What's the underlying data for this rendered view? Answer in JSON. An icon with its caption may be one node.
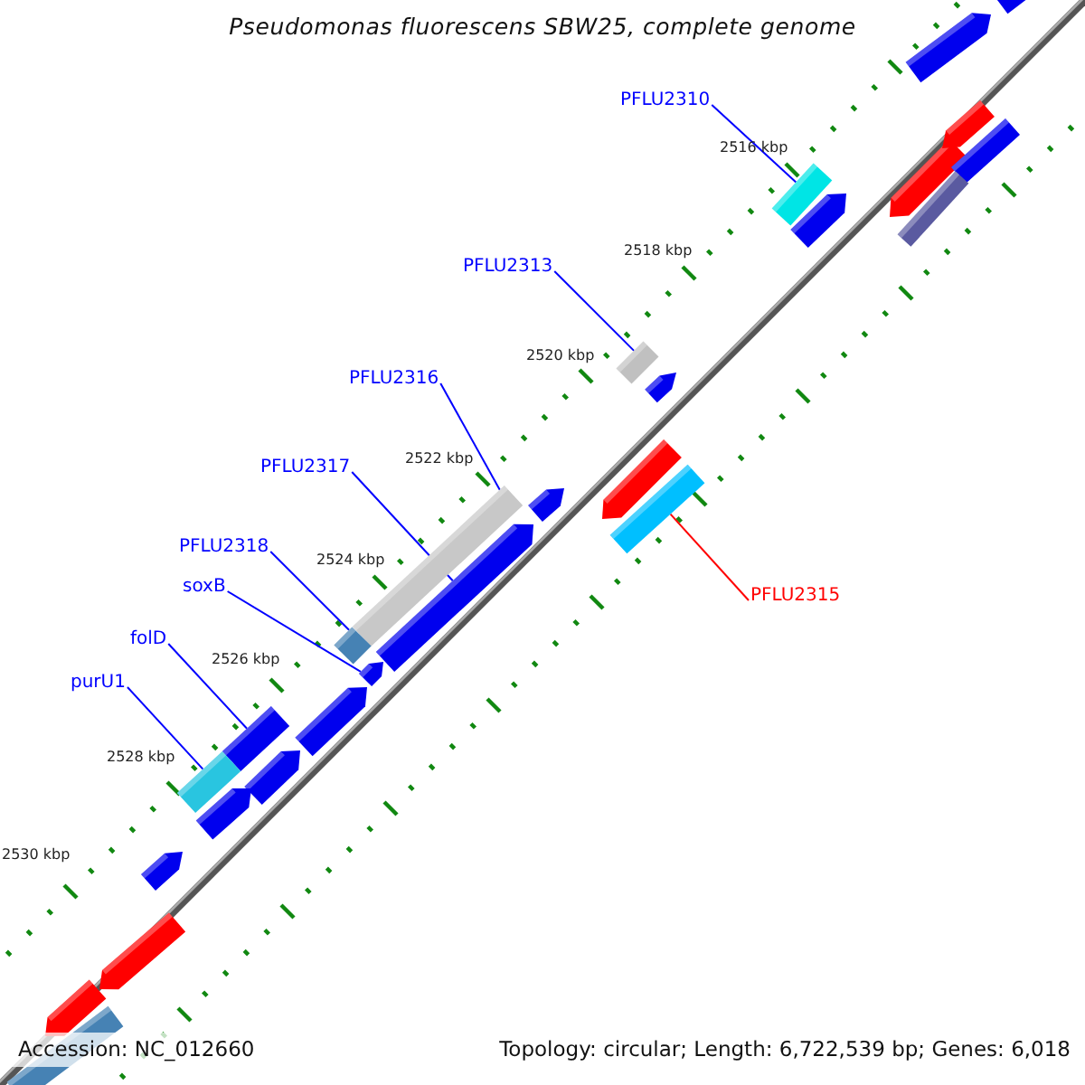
{
  "diagram": {
    "title": "Pseudomonas fluorescens SBW25, complete genome",
    "nodes": [
      {
        "text": [
          "PFLU2310"
        ]
      },
      {
        "text": [
          "PFLU2313"
        ]
      },
      {
        "text": [
          "PFLU2316"
        ]
      },
      {
        "text": [
          "PFLU2317"
        ]
      },
      {
        "text": [
          "PFLU2318"
        ]
      },
      {
        "text": [
          "soxB"
        ]
      },
      {
        "text": [
          "folD"
        ]
      },
      {
        "text": [
          "purU1"
        ]
      },
      {
        "text": [
          "PFLU2315"
        ]
      },
      {
        "text": [],
        "shape": "bar"
      },
      {
        "text": [],
        "shape": "bar"
      },
      {
        "text": [],
        "shape": "bar"
      },
      {
        "text": [],
        "shape": "bar"
      },
      {
        "text": [],
        "shape": "bar"
      },
      {
        "text": [],
        "shape": "bar"
      },
      {
        "text": [],
        "shape": "bar"
      },
      {
        "text": [],
        "shape": "bar"
      },
      {
        "text": [],
        "shape": "bar"
      },
      {
        "text": [],
        "shape": "bar"
      },
      {
        "text": [],
        "shape": "bar"
      },
      {
        "text": [],
        "shape": "bar"
      },
      {
        "text": [],
        "shape": "bar"
      },
      {
        "text": [],
        "shape": "bar"
      },
      {
        "text": [],
        "shape": "bar"
      },
      {
        "text": [],
        "shape": "bar"
      },
      {
        "text": [],
        "shape": "bar"
      },
      {
        "text": [],
        "shape": "bar"
      },
      {
        "text": [],
        "shape": "bar"
      },
      {
        "text": [],
        "shape": "bar"
      },
      {
        "text": [],
        "shape": "bar"
      },
      {
        "text": [],
        "shape": "bar"
      },
      {
        "text": [],
        "shape": "bar"
      },
      {
        "text": [],
        "shape": "bar"
      },
      {
        "text": [],
        "shape": "bar"
      },
      {
        "text": [],
        "shape": "bar"
      }
    ],
    "edges": [
      {
        "from": 0,
        "to": 9,
        "arrow": "none"
      },
      {
        "from": 1,
        "to": 10,
        "arrow": "none"
      },
      {
        "from": 2,
        "to": 11,
        "arrow": "none"
      },
      {
        "from": 3,
        "to": 12,
        "arrow": "none"
      },
      {
        "from": 4,
        "to": 13,
        "arrow": "none"
      },
      {
        "from": 5,
        "to": 14,
        "arrow": "none"
      },
      {
        "from": 6,
        "to": 15,
        "arrow": "none"
      },
      {
        "from": 7,
        "to": 16,
        "arrow": "none"
      },
      {
        "from": 8,
        "to": 17,
        "arrow": "none",
        "color": "#ff0000"
      }
    ],
    "labels": [
      "2516 kbp",
      "2518 kbp",
      "2520 kbp",
      "2522 kbp",
      "2524 kbp",
      "2526 kbp",
      "2528 kbp",
      "2530 kbp",
      "Accession: NC_012660",
      "Topology: circular; Length: 6,722,539 bp; Genes: 6,018"
    ]
  }
}
